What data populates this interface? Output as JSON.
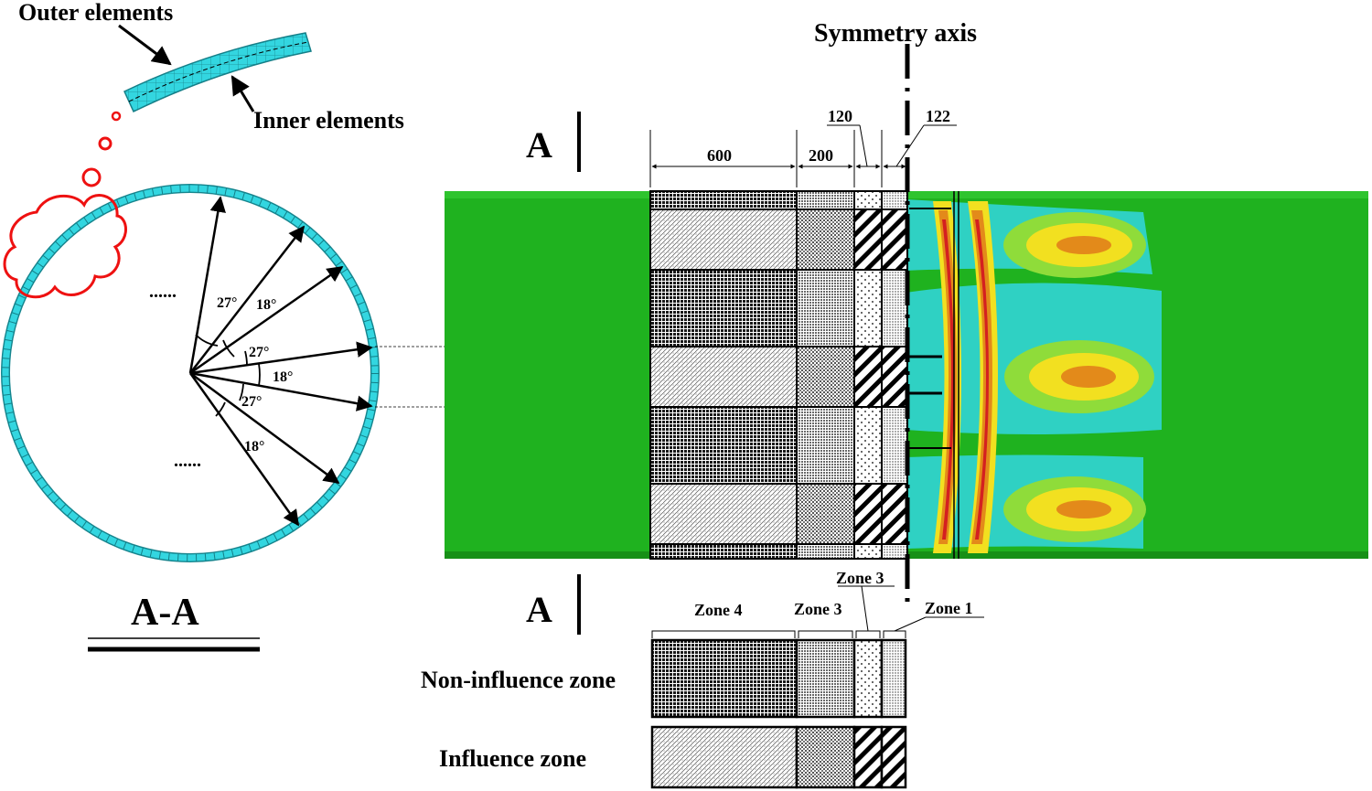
{
  "labels": {
    "outer_elements": "Outer elements",
    "inner_elements": "Inner elements",
    "symmetry_axis": "Symmetry axis",
    "section_a_top": "A",
    "section_a_bottom": "A",
    "section_aa": "A-A",
    "dots_top": "......",
    "dots_bottom": "......"
  },
  "angles": {
    "a1": "27°",
    "a2": "18°",
    "a3": "27°",
    "a4": "18°",
    "a5": "27°",
    "a6": "18°"
  },
  "dimensions": {
    "d600": "600",
    "d200": "200",
    "d120": "120",
    "d122": "122"
  },
  "zones": {
    "zone4": "Zone 4",
    "zone3a": "Zone 3",
    "zone3b": "Zone 3",
    "zone1": "Zone 1"
  },
  "legend": {
    "non_influence": "Non-influence zone",
    "influence": "Influence zone"
  },
  "colors": {
    "mesh": "#33d6e0",
    "pipe": "#1fb21f",
    "bubble": "#ee1111"
  }
}
